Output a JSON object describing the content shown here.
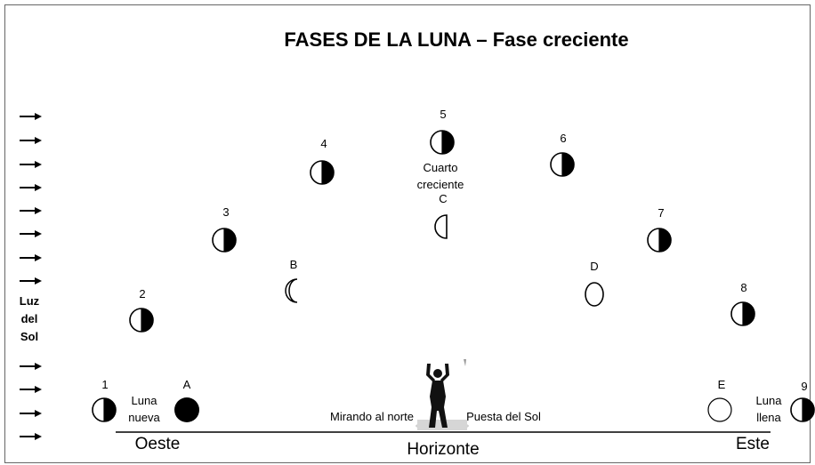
{
  "title": "FASES DE LA LUNA – Fase creciente",
  "sun_label": [
    "Luz",
    "del",
    "Sol"
  ],
  "positions": [
    {
      "num": "1",
      "phase": "right-dark"
    },
    {
      "num": "2",
      "phase": "right-dark"
    },
    {
      "num": "3",
      "phase": "right-dark"
    },
    {
      "num": "4",
      "phase": "right-dark"
    },
    {
      "num": "5",
      "phase": "right-dark"
    },
    {
      "num": "6",
      "phase": "right-dark"
    },
    {
      "num": "7",
      "phase": "right-dark"
    },
    {
      "num": "8",
      "phase": "right-dark"
    },
    {
      "num": "9",
      "phase": "right-dark"
    }
  ],
  "letters": [
    {
      "letter": "A",
      "phase": "new-moon"
    },
    {
      "letter": "B",
      "phase": "thin-crescent"
    },
    {
      "letter": "C",
      "phase": "first-quarter"
    },
    {
      "letter": "D",
      "phase": "gibbous"
    },
    {
      "letter": "E",
      "phase": "full-moon"
    }
  ],
  "labels": {
    "luna_nueva": [
      "Luna",
      "nueva"
    ],
    "luna_llena": [
      "Luna",
      "llena"
    ],
    "cuarto_creciente": [
      "Cuarto",
      "creciente"
    ],
    "mirando": "Mirando al norte",
    "puesta": "Puesta del Sol",
    "oeste": "Oeste",
    "horizonte": "Horizonte",
    "este": "Este"
  },
  "colors": {
    "ink": "#000000",
    "frame": "#666666",
    "background": "#ffffff"
  }
}
